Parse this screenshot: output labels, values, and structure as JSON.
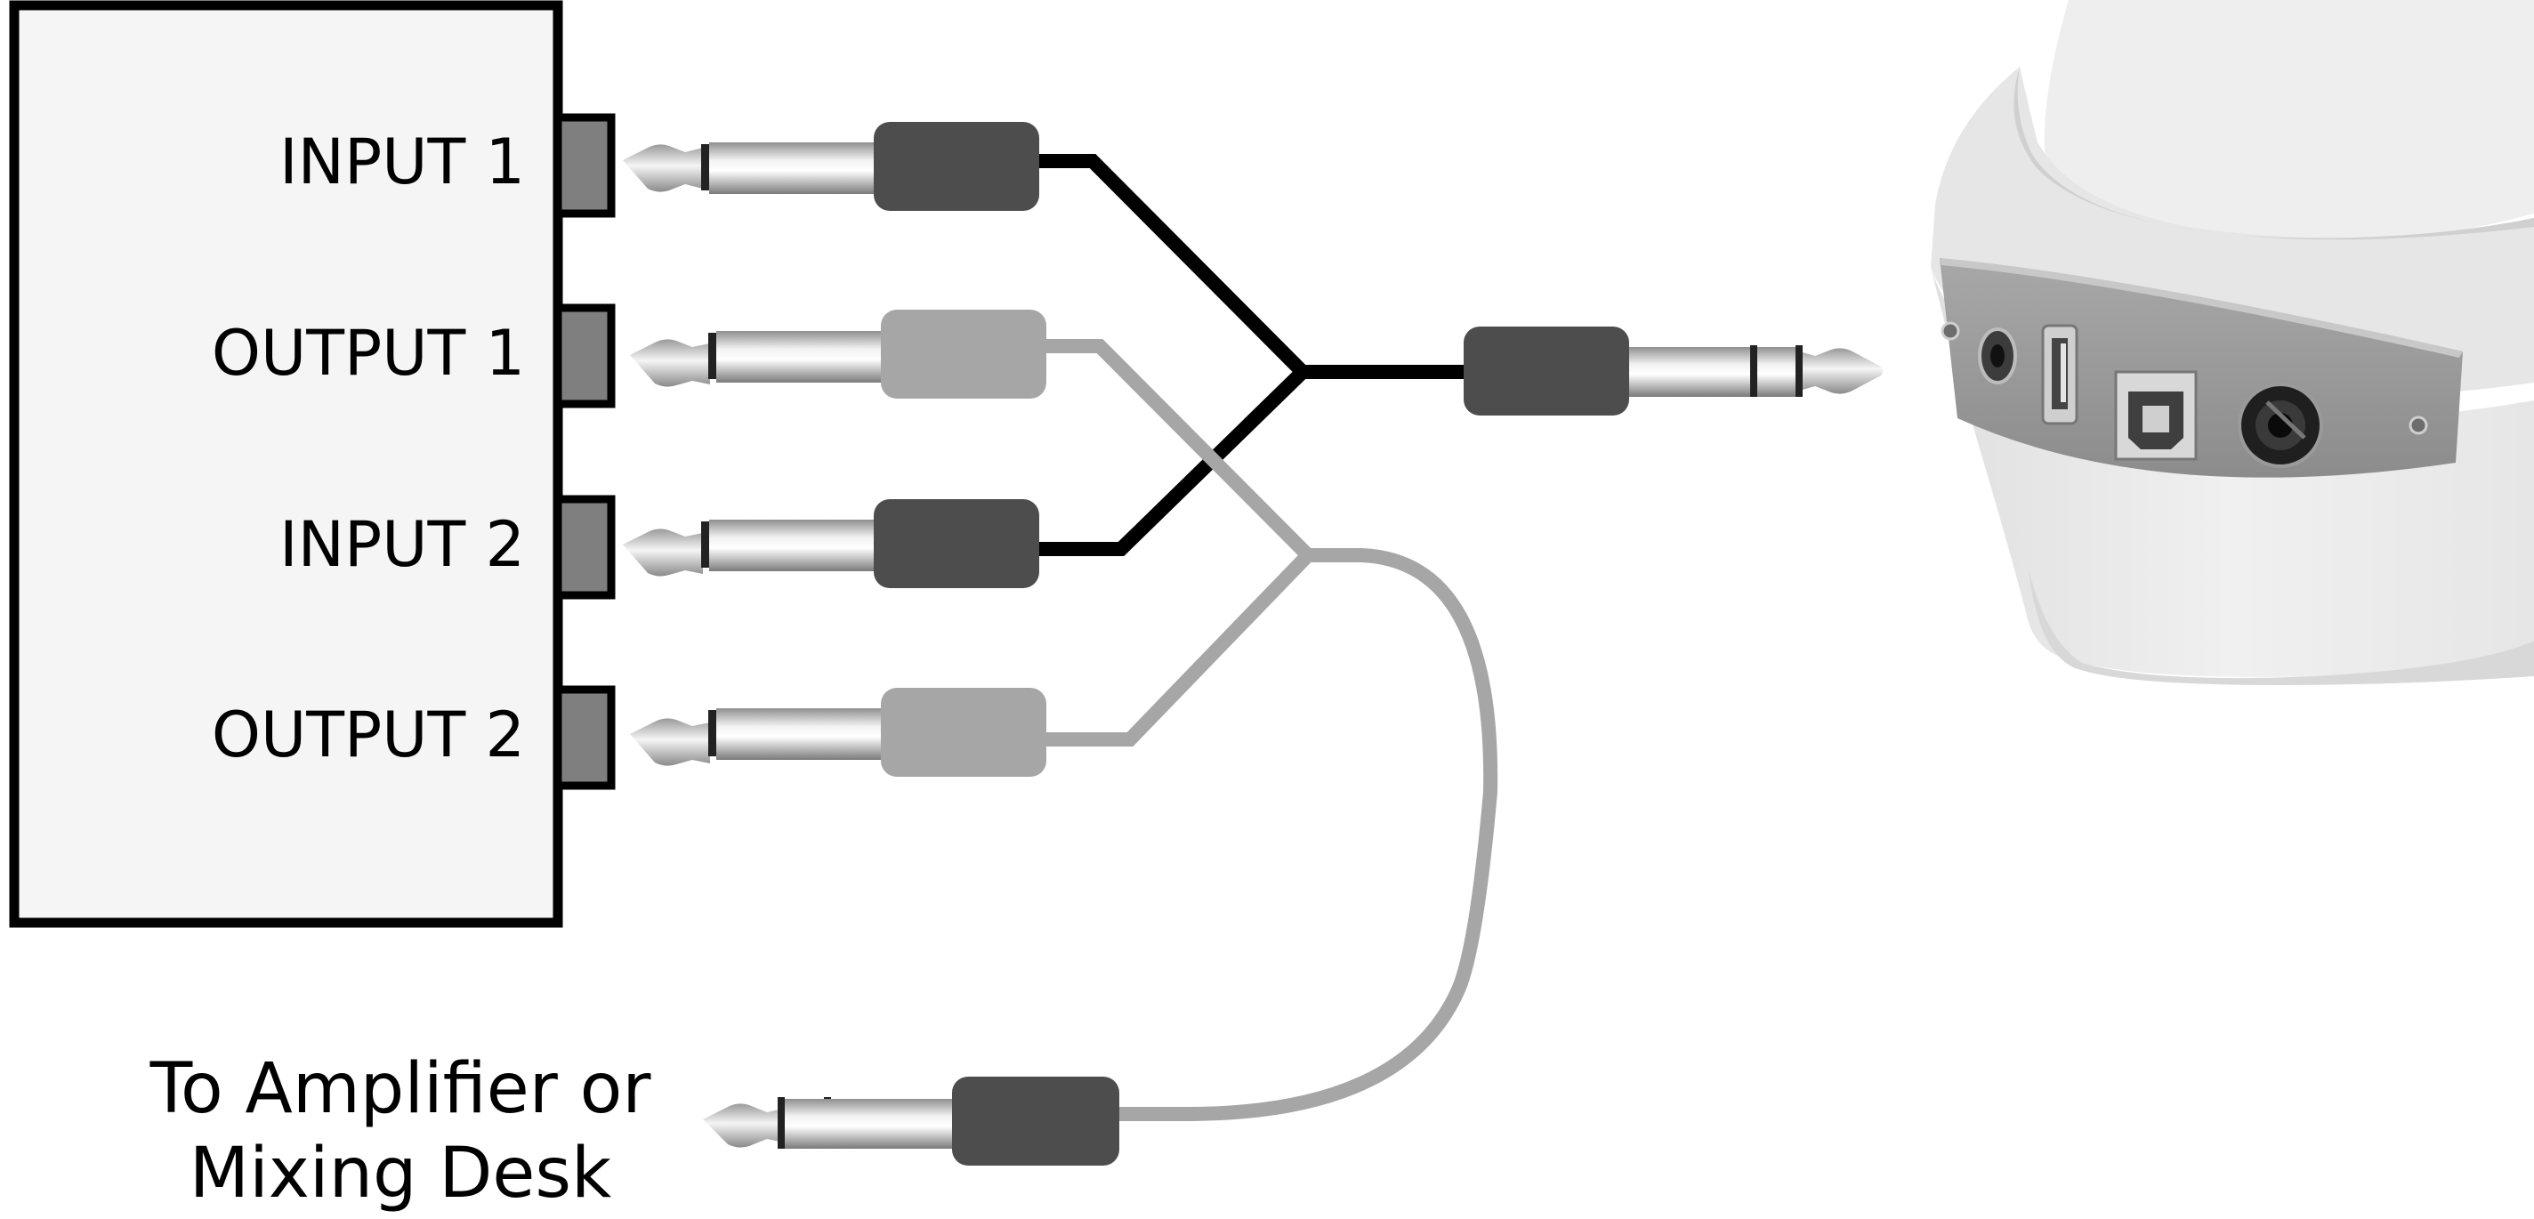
{
  "device": {
    "ports": [
      {
        "label": "INPUT 1"
      },
      {
        "label": "OUTPUT 1"
      },
      {
        "label": "INPUT 2"
      },
      {
        "label": "OUTPUT 2"
      }
    ]
  },
  "destination": {
    "line1": "To Amplifier or",
    "line2": "Mixing Desk"
  },
  "colors": {
    "insert_cable": "#000000",
    "output_cable": "#a6a6a6",
    "dark_barrel": "#4d4d4d",
    "light_barrel": "#a6a6a6",
    "device_fill": "#f5f5f5",
    "socket_fill": "#7f7f7f"
  },
  "icons": [
    "mono-jack-plug-icon",
    "stereo-jack-plug-icon",
    "speaker-unit-image",
    "usb-port-icon",
    "usb-b-port-icon",
    "dc-power-port-icon",
    "headphone-jack-icon"
  ]
}
